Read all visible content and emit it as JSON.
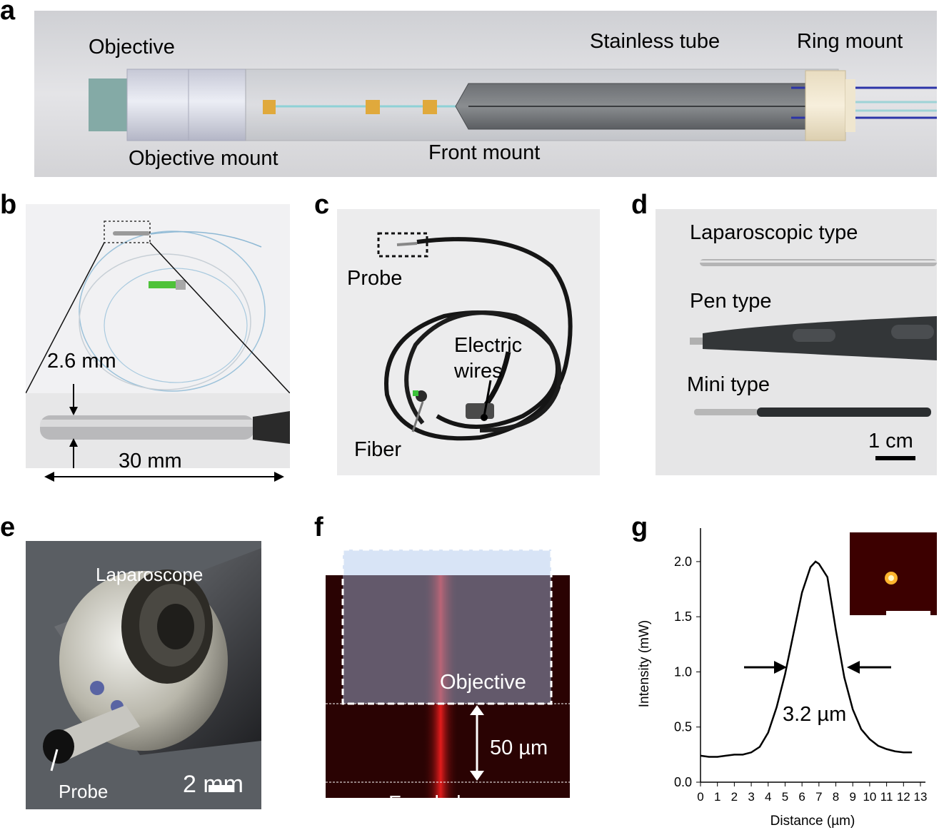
{
  "panel_labels": {
    "a": "a",
    "b": "b",
    "c": "c",
    "d": "d",
    "e": "e",
    "f": "f",
    "g": "g"
  },
  "panel_a": {
    "objective": "Objective",
    "objective_mount": "Objective mount",
    "front_mount": "Front mount",
    "stainless_tube": "Stainless tube",
    "ring_mount": "Ring mount"
  },
  "panel_b": {
    "diameter": "2.6 mm",
    "length": "30 mm"
  },
  "panel_c": {
    "probe": "Probe",
    "electric_wires_line1": "Electric",
    "electric_wires_line2": "wires",
    "fiber": "Fiber"
  },
  "panel_d": {
    "laparoscopic": "Laparoscopic type",
    "pen": "Pen type",
    "mini": "Mini type",
    "scale": "1 cm"
  },
  "panel_e": {
    "laparoscope": "Laparoscope",
    "probe": "Probe",
    "scale": "2 mm"
  },
  "panel_f": {
    "objective": "Objective",
    "distance": "50 µm",
    "focal_plane": "Focal plane"
  },
  "chart_data": {
    "type": "line",
    "xlabel": "Distance (µm)",
    "ylabel": "Intensity (mW)",
    "xlim": [
      0,
      13
    ],
    "ylim": [
      0,
      2.2
    ],
    "xticks": [
      0,
      1,
      2,
      3,
      4,
      5,
      6,
      7,
      8,
      9,
      10,
      11,
      12,
      13
    ],
    "yticks": [
      "0.0",
      "0.5",
      "1.0",
      "1.5",
      "2.0"
    ],
    "x": [
      0,
      0.5,
      1,
      1.5,
      2,
      2.5,
      3,
      3.5,
      4,
      4.5,
      5,
      5.5,
      6,
      6.5,
      6.8,
      7,
      7.5,
      8,
      8.5,
      9,
      9.5,
      10,
      10.5,
      11,
      11.5,
      12,
      12.5
    ],
    "y": [
      0.24,
      0.23,
      0.23,
      0.24,
      0.25,
      0.25,
      0.27,
      0.32,
      0.45,
      0.68,
      0.98,
      1.35,
      1.72,
      1.95,
      2.0,
      1.98,
      1.86,
      1.38,
      0.95,
      0.66,
      0.48,
      0.39,
      0.33,
      0.3,
      0.28,
      0.27,
      0.27
    ],
    "fwhm_label": "3.2 µm",
    "grid": false
  },
  "colors": {
    "panel_bg": "#d7d7d9",
    "photo_bg": "#e9e9ea",
    "plot_line": "#000000",
    "heat_bg": "#2a0303",
    "beam_red": "#d11a1a"
  }
}
